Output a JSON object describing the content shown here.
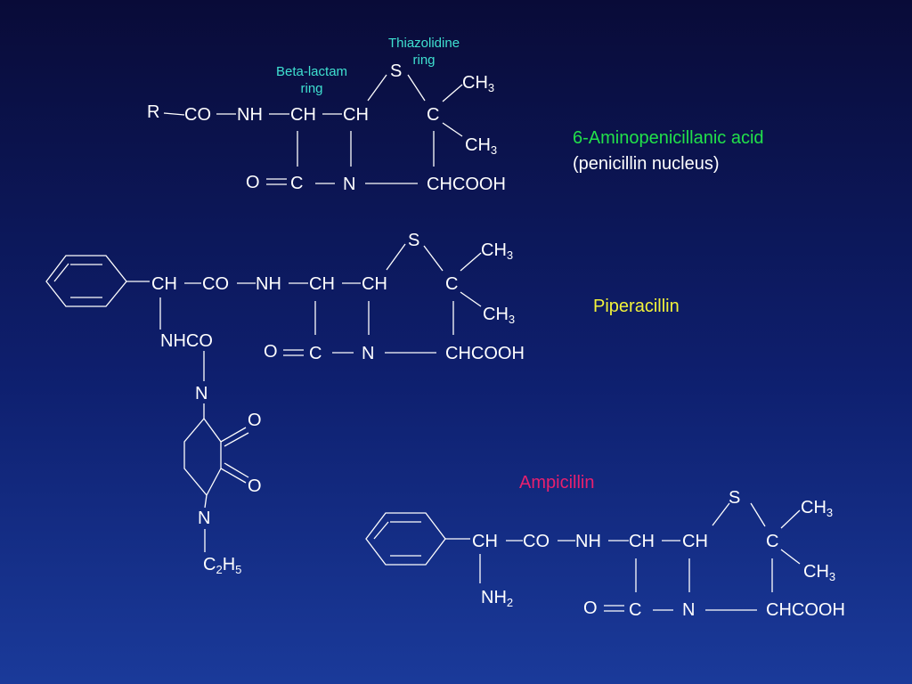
{
  "labels": {
    "thiazolidine": [
      "Thiazolidine",
      "ring"
    ],
    "beta_lactam": [
      "Beta-lactam",
      "ring"
    ]
  },
  "titles": {
    "apa_name": "6-Aminopenicillanic acid",
    "apa_sub": "(penicillin nucleus)",
    "piperacillin": "Piperacillin",
    "ampicillin": "Ampicillin"
  },
  "colors": {
    "label_cyan": "#3fe0d0",
    "apa_green": "#22e04a",
    "piperacillin_yellow": "#f2f23a",
    "ampicillin_pink": "#e8206e"
  },
  "nucleus": {
    "R": "R",
    "CO": "CO",
    "NH": "NH",
    "CH1": "CH",
    "CH2": "CH",
    "S": "S",
    "C": "C",
    "CH3a": "CH3",
    "CH3b": "CH3",
    "O": "O",
    "C2": "C",
    "N": "N",
    "COOH": "CHCOOH"
  },
  "piperacillin": {
    "CH0": "CH",
    "CO": "CO",
    "NH": "NH",
    "CH1": "CH",
    "CH2": "CH",
    "S": "S",
    "C": "C",
    "CH3a": "CH3",
    "CH3b": "CH3",
    "O": "O",
    "C2": "C",
    "N": "N",
    "COOH": "CHCOOH",
    "NHCO": "NHCO",
    "N_ring1": "N",
    "O_ring1": "O",
    "O_ring2": "O",
    "N_ring2": "N",
    "C2H5": "C2H5"
  },
  "ampicillin": {
    "CH0": "CH",
    "CO": "CO",
    "NH": "NH",
    "CH1": "CH",
    "CH2": "CH",
    "S": "S",
    "C": "C",
    "CH3a": "CH3",
    "CH3b": "CH3",
    "O": "O",
    "C2": "C",
    "N": "N",
    "COOH": "CHCOOH",
    "NH2": "NH2"
  }
}
